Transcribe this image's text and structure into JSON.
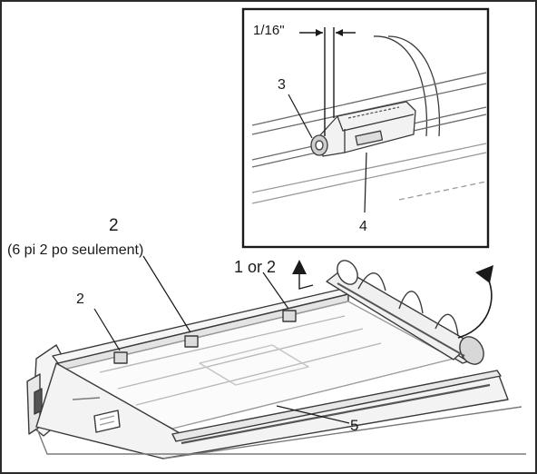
{
  "colors": {
    "line": "#3a3a3a",
    "light_line": "#8c8c8c",
    "frame": "#2b2b2b",
    "fill_light": "#efefef"
  },
  "inset": {
    "dimension": "1/16\"",
    "callout_3": "3",
    "callout_4": "4"
  },
  "main": {
    "callout_2_center": "2",
    "note_6ft": "(6 pi 2 po seulement)",
    "callout_2_left": "2",
    "callout_1_or_2": "1 or 2",
    "callout_5": "5"
  }
}
